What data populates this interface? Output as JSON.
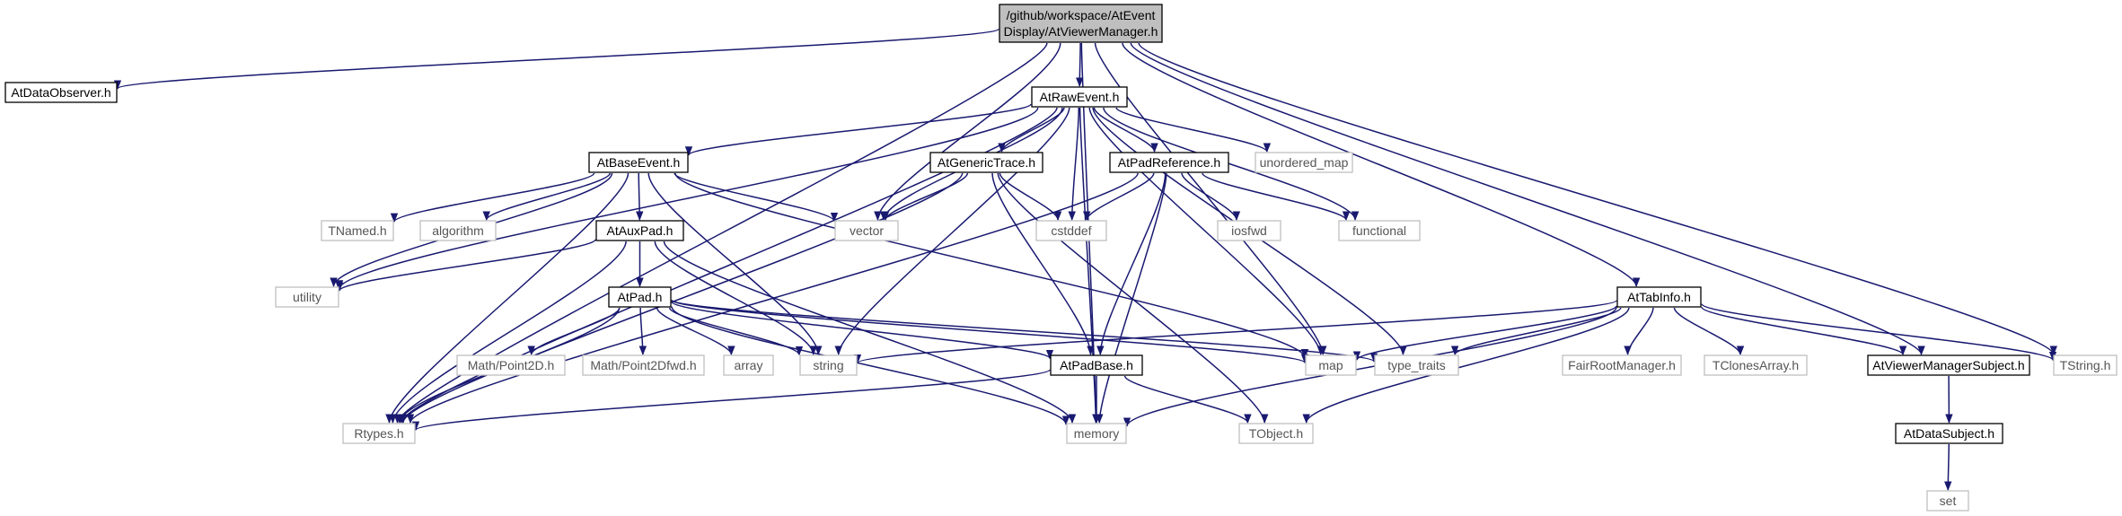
{
  "colors": {
    "edge": "#191970",
    "root_fill": "#bfbfbf",
    "documented_border": "#000000",
    "external_border": "#bfbfbf",
    "external_text": "#555555",
    "text": "#000000"
  },
  "graph": {
    "root": {
      "line1": "/github/workspace/AtEvent",
      "line2": "Display/AtViewerManager.h"
    },
    "nodes": {
      "atdataobserver": "AtDataObserver.h",
      "atrawevent": "AtRawEvent.h",
      "atbaseevent": "AtBaseEvent.h",
      "atgenerictrace": "AtGenericTrace.h",
      "atpadreference": "AtPadReference.h",
      "unordered_map": "unordered_map",
      "tnamed": "TNamed.h",
      "algorithm": "algorithm",
      "atauxpad": "AtAuxPad.h",
      "vector": "vector",
      "cstddef": "cstddef",
      "iosfwd": "iosfwd",
      "functional": "functional",
      "utility": "utility",
      "atpad": "AtPad.h",
      "mathpoint2d": "Math/Point2D.h",
      "mathpoint2dfwd": "Math/Point2Dfwd.h",
      "array": "array",
      "string": "string",
      "atpadbase": "AtPadBase.h",
      "map": "map",
      "type_traits": "type_traits",
      "rtypes": "Rtypes.h",
      "memory": "memory",
      "tobject": "TObject.h",
      "attabinfo": "AtTabInfo.h",
      "fairrootmanager": "FairRootManager.h",
      "tclonesarray": "TClonesArray.h",
      "atviewermanagersubject": "AtViewerManagerSubject.h",
      "tstring": "TString.h",
      "atdatasubject": "AtDataSubject.h",
      "set": "set"
    }
  }
}
